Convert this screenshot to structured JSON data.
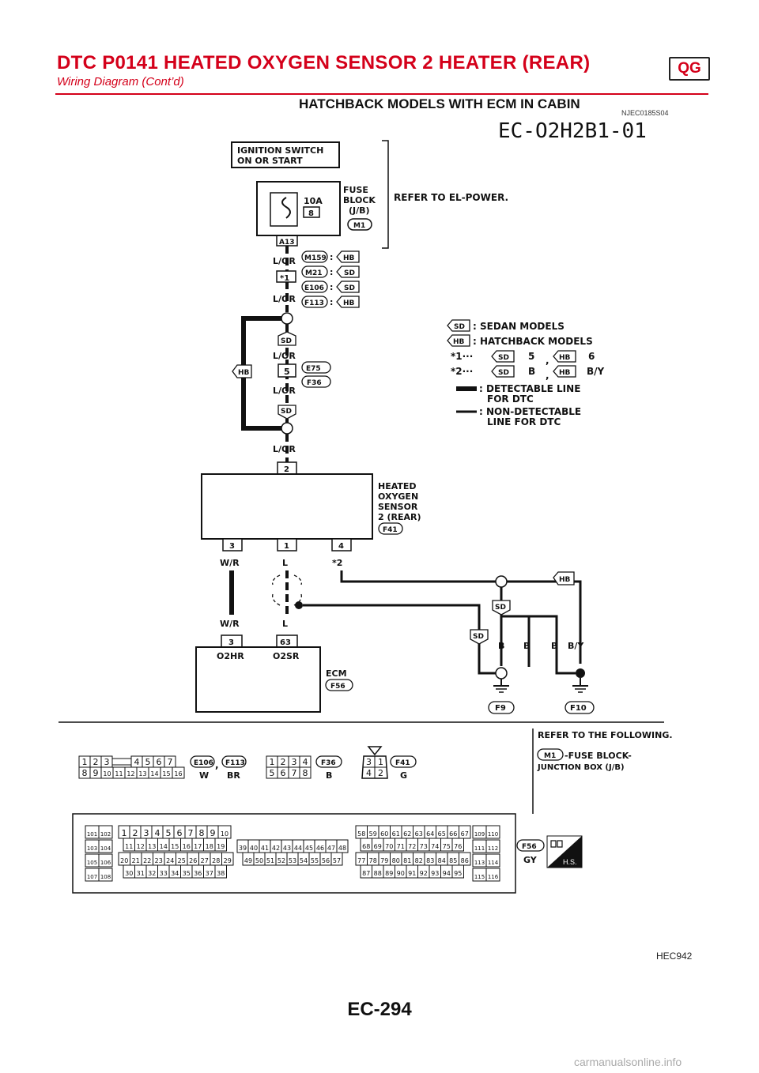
{
  "header": {
    "title": "DTC P0141 HEATED OXYGEN SENSOR 2 HEATER (REAR)",
    "subtitle": "Wiring Diagram (Cont’d)",
    "badge": "QG",
    "accent_color": "#d4001a"
  },
  "section": {
    "title": "HATCHBACK MODELS WITH ECM IN CABIN",
    "code": "NJEC0185S04"
  },
  "diagram": {
    "id": "EC-O2H2B1-01",
    "ignition": {
      "line1": "IGNITION SWITCH",
      "line2": "ON OR START"
    },
    "fuse": {
      "rating": "10A",
      "number": "8",
      "label1": "FUSE",
      "label2": "BLOCK",
      "label3": "(J/B)",
      "connector": "M1",
      "terminal": "A13"
    },
    "refer_power": "REFER TO EL-POWER.",
    "wire_lor": "L/OR",
    "star1": "*1",
    "star2": "*2",
    "colon": ":",
    "conn_map": [
      {
        "conn": "M159",
        "model": "HB"
      },
      {
        "conn": "M21",
        "model": "SD"
      },
      {
        "conn": "E106",
        "model": "SD"
      },
      {
        "conn": "F113",
        "model": "HB"
      }
    ],
    "hb": "HB",
    "sd": "SD",
    "joint": {
      "pin": "5",
      "conn1": "E75",
      "conn2": "F36"
    },
    "legend": {
      "sedan": ": SEDAN MODELS",
      "hatchback": ": HATCHBACK MODELS",
      "star1_prefix": "*1···",
      "star2_prefix": "*2···",
      "star1_sd": "5",
      "star1_hb": "6",
      "star2_sd": "B",
      "star2_hb": "B/Y",
      "comma": ",",
      "detectable_1": ": DETECTABLE LINE",
      "detectable_2": "FOR DTC",
      "nondetectable_1": ": NON-DETECTABLE",
      "nondetectable_2": "LINE FOR DTC"
    },
    "sensor": {
      "top_pin": "2",
      "line1": "HEATED",
      "line2": "OXYGEN",
      "line3": "SENSOR",
      "line4": "2 (REAR)",
      "connector": "F41",
      "pins": [
        "3",
        "1",
        "4"
      ]
    },
    "wires": {
      "wr": "W/R",
      "l": "L",
      "b": "B",
      "by": "B/Y"
    },
    "ecm": {
      "pin1": "3",
      "pin2": "63",
      "label1": "O2HR",
      "label2": "O2SR",
      "name": "ECM",
      "connector": "F56"
    },
    "grounds": {
      "g1": "F9",
      "g2": "F10"
    },
    "refer_following": "REFER TO THE FOLLOWING.",
    "fuse_ref": {
      "connector": "M1",
      "line1": "-FUSE BLOCK-",
      "line2": "JUNCTION BOX (J/B)"
    },
    "connectors": [
      {
        "names": "E106, F113",
        "color": "W, BR"
      },
      {
        "name": "F36",
        "color": "B"
      },
      {
        "name": "F41",
        "color": "G"
      },
      {
        "name": "F56",
        "color": "GY"
      }
    ],
    "conn_labels": {
      "e106": "E106",
      "f113": "F113",
      "f36": "F36",
      "f41": "F41",
      "f56": "F56",
      "w": "W",
      "br": "BR",
      "b": "B",
      "g": "G",
      "gy": "GY",
      "comma": ",",
      "hs": "H.S."
    }
  },
  "figure_code": "HEC942",
  "page_number": "EC-294",
  "watermark": "carmanualsonline.info"
}
